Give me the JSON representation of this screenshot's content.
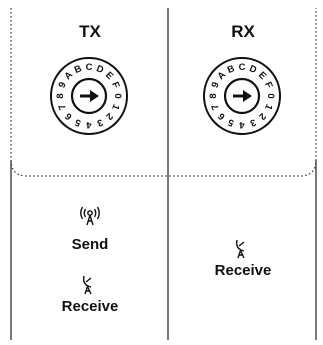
{
  "tx": {
    "title": "TX",
    "send_label": "Send",
    "receive_label": "Receive",
    "dial_chars": [
      "0",
      "1",
      "2",
      "3",
      "4",
      "5",
      "6",
      "7",
      "8",
      "9",
      "A",
      "B",
      "C",
      "D",
      "E",
      "F"
    ]
  },
  "rx": {
    "title": "RX",
    "receive_label": "Receive",
    "dial_chars": [
      "0",
      "1",
      "2",
      "3",
      "4",
      "5",
      "6",
      "7",
      "8",
      "9",
      "A",
      "B",
      "C",
      "D",
      "E",
      "F"
    ]
  },
  "icons": {
    "send": "broadcast-antenna-icon",
    "receive": "satellite-dish-icon",
    "dial_pointer": "right-arrow-icon"
  }
}
